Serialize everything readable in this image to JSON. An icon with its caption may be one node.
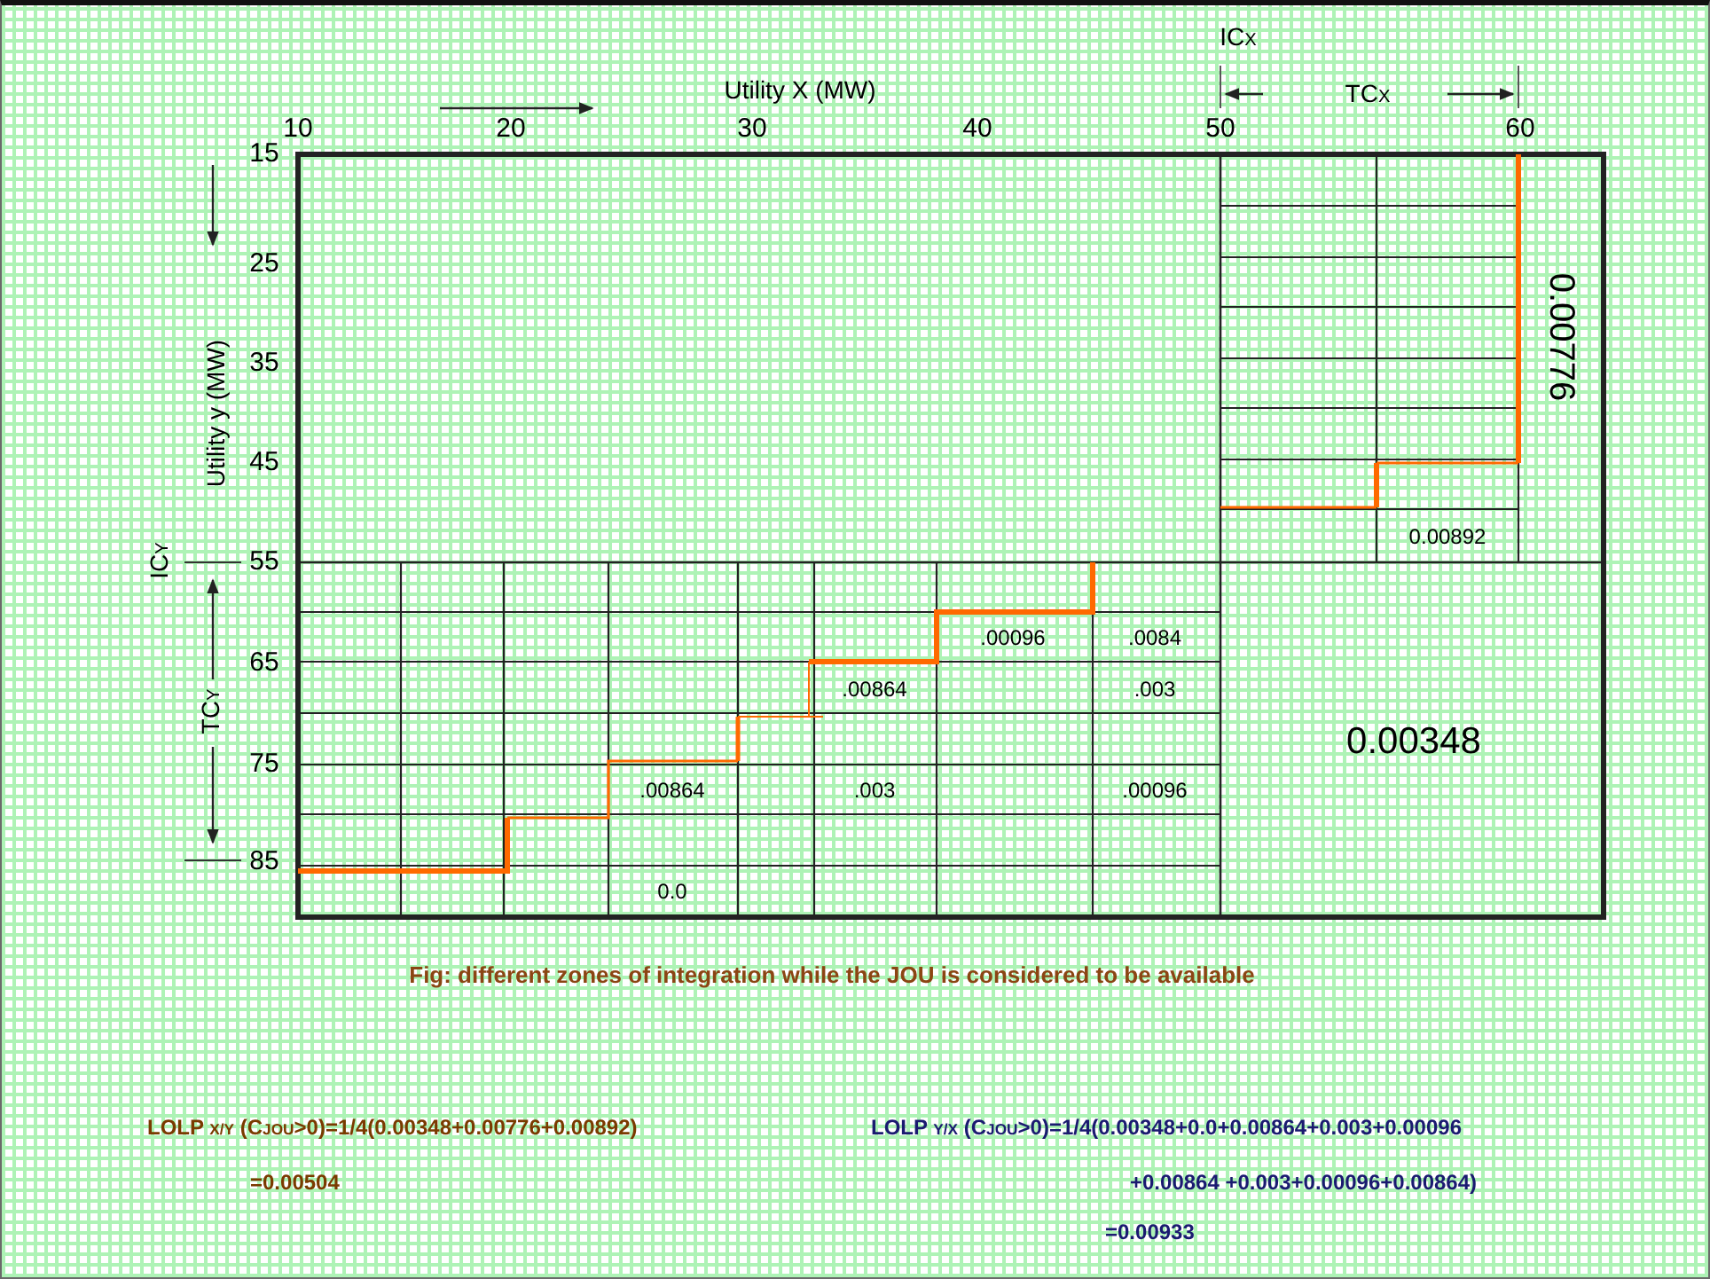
{
  "diagram": {
    "caption": "Fig: different zones of integration while the JOU is considered to be available",
    "labels": [
      "IC$_{X}$",
      "Utility X (MW)",
      "TC$_{X}$",
      "10",
      "20",
      "30",
      "40",
      "50",
      "60",
      "15",
      "25",
      "0.00776",
      "35",
      "Utility y (MW)",
      "45",
      "0.00892",
      "IC$_{Y}$",
      "55",
      ".00096",
      ".0084",
      "65",
      "TC$_{Y}$",
      ".00864",
      ".003",
      "75",
      "0.00348",
      ".00864",
      ".003",
      ".00096",
      "85",
      "0.0",
      "LOLP $_{X/Y}$ (C$_{JOU}$>0)=1/4(0.00348+0.00776+0.00892)",
      "LOLP $_{Y/X}$ (C$_{JOU}$>0)=1/4(0.00348+0.0+0.00864+0.003+0.00096",
      "=0.00504",
      "+0.00864 +0.003+0.00096+0.00864)",
      "=0.00933"
    ]
  }
}
